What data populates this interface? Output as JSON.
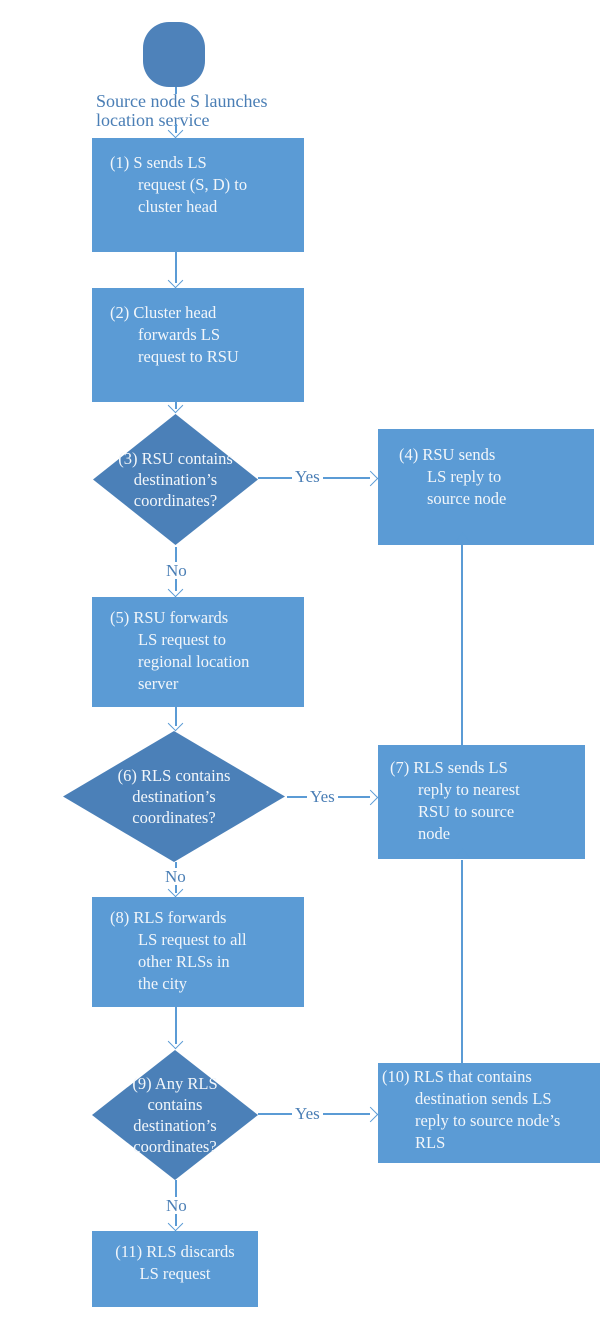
{
  "colors": {
    "background": "#ffffff",
    "box-fill": "#5b9bd5",
    "diamond-fill": "#4b80b8",
    "terminator-fill": "#4e82ba",
    "line-color": "#5b9bd5",
    "label-color": "#4a7eb5",
    "box-text": "#f2f6fa"
  },
  "labels": {
    "start_caption": "Source node S launches\nlocation service",
    "yes": "Yes",
    "no": "No"
  },
  "icons": {
    "arrowhead": "open-chevron-arrowhead"
  },
  "nodes": {
    "start": {
      "type": "terminator",
      "text": ""
    },
    "n1": {
      "type": "process",
      "text": "(1) S sends LS\nrequest (S, D) to\ncluster head"
    },
    "n2": {
      "type": "process",
      "text": "(2) Cluster head\nforwards LS\nrequest to RSU"
    },
    "d3": {
      "type": "decision",
      "text": "(3) RSU contains\ndestination’s\ncoordinates?"
    },
    "n4": {
      "type": "process",
      "text": "(4) RSU sends\nLS reply to\nsource node"
    },
    "n5": {
      "type": "process",
      "text": "(5) RSU forwards\nLS request to\nregional location\nserver"
    },
    "d6": {
      "type": "decision",
      "text": "(6) RLS contains\ndestination’s\ncoordinates?"
    },
    "n7": {
      "type": "process",
      "text": "(7) RLS sends LS\nreply to nearest\nRSU to source\nnode"
    },
    "n8": {
      "type": "process",
      "text": "(8) RLS forwards\nLS request to all\nother RLSs in\nthe city"
    },
    "d9": {
      "type": "decision",
      "text": "(9) Any RLS\ncontains\ndestination’s\ncoordinates?"
    },
    "n10": {
      "type": "process",
      "text": "(10) RLS that contains\ndestination sends LS\nreply to source node’s\nRLS"
    },
    "n11": {
      "type": "process",
      "text": "(11) RLS discards\nLS request"
    }
  },
  "edges": [
    {
      "from": "start",
      "to": "n1",
      "label": ""
    },
    {
      "from": "n1",
      "to": "n2",
      "label": ""
    },
    {
      "from": "n2",
      "to": "d3",
      "label": ""
    },
    {
      "from": "d3",
      "to": "n4",
      "label": "Yes"
    },
    {
      "from": "d3",
      "to": "n5",
      "label": "No"
    },
    {
      "from": "n5",
      "to": "d6",
      "label": ""
    },
    {
      "from": "d6",
      "to": "n7",
      "label": "Yes"
    },
    {
      "from": "d6",
      "to": "n8",
      "label": "No"
    },
    {
      "from": "n8",
      "to": "d9",
      "label": ""
    },
    {
      "from": "d9",
      "to": "n10",
      "label": "Yes"
    },
    {
      "from": "d9",
      "to": "n11",
      "label": "No"
    },
    {
      "from": "n7",
      "to": "n4",
      "label": ""
    },
    {
      "from": "n10",
      "to": "n7",
      "label": ""
    }
  ]
}
